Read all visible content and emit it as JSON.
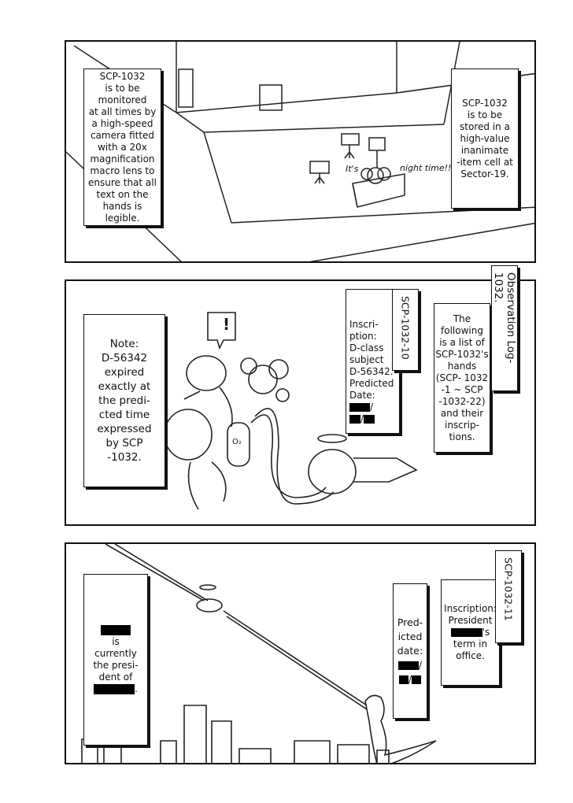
{
  "panel1": {
    "left_caption": [
      "SCP-1032",
      "is to be",
      "monitored",
      "at all times by",
      "a high-speed",
      "camera fitted",
      "with a 20x",
      "magnification",
      "macro lens to",
      "ensure that all",
      "text on the",
      "hands is",
      "legible."
    ],
    "right_caption": [
      "SCP-1032",
      "is to be",
      "stored in a",
      "high-value",
      "inanimate",
      "-item cell at",
      "Sector-19."
    ],
    "sfx_its": "It's",
    "sfx_night": "night time!!"
  },
  "panel2": {
    "title_vertical": "Observation Log-1032.",
    "label_vertical": "SCP-1032-10",
    "intro_caption": [
      "The",
      "following",
      "is a list of",
      "SCP-1032's",
      "hands",
      "(SCP- 1032",
      "-1 ~ SCP",
      "-1032-22)",
      "and their",
      "inscrip-",
      "tions."
    ],
    "inscription_caption": [
      "Inscri-",
      "ption:",
      "D-class",
      "subject",
      "D-56342.",
      "Predicted",
      "Date:"
    ],
    "note_caption": [
      "Note:",
      "D-56342",
      "expired",
      "exactly at",
      "the predi-",
      "cted time",
      "expressed",
      "by SCP",
      "-1032."
    ],
    "exclaim": "!",
    "tank_label": "O₂"
  },
  "panel3": {
    "label_vertical": "SCP-1032-11",
    "inscription_caption": {
      "line1": "Inscription:",
      "line2": "President",
      "line3": "'s",
      "line4": "term in",
      "line5": "office."
    },
    "predicted_caption": [
      "Pred-",
      "icted",
      "date:"
    ],
    "left_caption": {
      "line2": "is",
      "line3": "currently",
      "line4": "the presi-",
      "line5": "dent of",
      "line6_suffix": "."
    }
  }
}
